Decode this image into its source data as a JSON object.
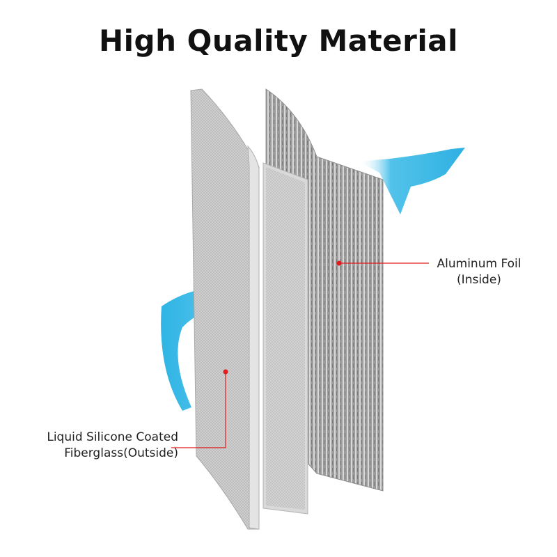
{
  "title": "High Quality Material",
  "labels": {
    "foil_line1": "Aluminum Foil",
    "foil_line2": "(Inside)",
    "fiber_line1": "Liquid Silicone Coated",
    "fiber_line2": "Fiberglass(Outside)"
  },
  "colors": {
    "arrow": "#35b8e6",
    "leader": "#e11b1b",
    "sheet": "#c9c9c9"
  }
}
